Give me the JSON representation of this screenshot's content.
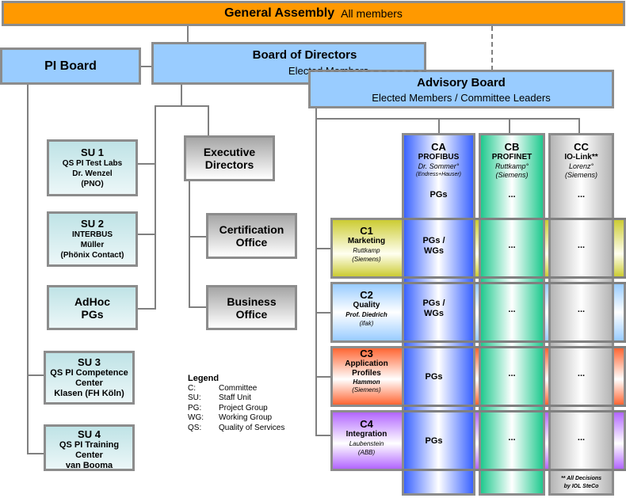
{
  "general_assembly": {
    "title": "General Assembly",
    "subtitle": "All members"
  },
  "pi_board": {
    "title": "PI Board"
  },
  "board_of_directors": {
    "title": "Board of Directors",
    "subtitle": "Elected Members"
  },
  "advisory_board": {
    "title": "Advisory Board",
    "subtitle": "Elected Members / Committee Leaders"
  },
  "staff_units": [
    {
      "id": "SU 1",
      "lines": [
        "QS PI Test Labs",
        "Dr. Wenzel",
        "(PNO)"
      ]
    },
    {
      "id": "SU 2",
      "lines": [
        "INTERBUS",
        "Müller",
        "(Phönix Contact)"
      ]
    },
    {
      "id": "AdHoc",
      "lines": [
        "PGs"
      ]
    },
    {
      "id": "SU 3",
      "lines": [
        "QS PI Competence",
        "Center",
        "Klasen (FH Köln)"
      ]
    },
    {
      "id": "SU 4",
      "lines": [
        "QS PI Training",
        "Center",
        "van Booma"
      ]
    }
  ],
  "executive": {
    "title_line1": "Executive",
    "title_line2": "Directors",
    "offices": [
      {
        "line1": "Certification",
        "line2": "Office"
      },
      {
        "line1": "Business",
        "line2": "Office"
      }
    ]
  },
  "technology_columns": [
    {
      "id": "CA",
      "name": "PROFIBUS",
      "lead": "Dr. Sommer°",
      "org": "(Endress+Hauser)",
      "top_cell": "PGs",
      "color": "#3a63ff"
    },
    {
      "id": "CB",
      "name": "PROFINET",
      "lead": "Ruttkamp°",
      "org": "(Siemens)",
      "top_cell": "...",
      "color": "#20c98e"
    },
    {
      "id": "CC",
      "name": "IO-Link**",
      "lead": "Lorenz°",
      "org": "(Siemens)",
      "top_cell": "...",
      "color": "#b4b4b4",
      "footnote_line1": "** All Decisions",
      "footnote_line2": "by IOL SteCo"
    }
  ],
  "committees": [
    {
      "id": "C1",
      "name_lines": [
        "Marketing"
      ],
      "lead": "Ruttkamp",
      "org": "(Siemens)",
      "color": "#cccc33",
      "cells": [
        [
          "PGs /",
          "WGs"
        ],
        [
          "..."
        ],
        [
          "..."
        ]
      ]
    },
    {
      "id": "C2",
      "name_lines": [
        "Quality"
      ],
      "lead": "Prof. Diedrich",
      "org": "(ifak)",
      "color": "#99ccff",
      "cells": [
        [
          "PGs /",
          "WGs"
        ],
        [
          "..."
        ],
        [
          "..."
        ]
      ]
    },
    {
      "id": "C3",
      "name_lines": [
        "Application",
        "Profiles"
      ],
      "lead": "Hammon",
      "org": "(Siemens)",
      "color": "#ff6633",
      "cells": [
        [
          "PGs"
        ],
        [
          "..."
        ],
        [
          "..."
        ]
      ]
    },
    {
      "id": "C4",
      "name_lines": [
        "Integration"
      ],
      "lead": "Laubenstein",
      "org": "(ABB)",
      "color": "#b266ff",
      "cells": [
        [
          "PGs"
        ],
        [
          "..."
        ],
        [
          "..."
        ]
      ]
    }
  ],
  "legend": {
    "title": "Legend",
    "items": [
      {
        "key": "C:",
        "value": "Committee"
      },
      {
        "key": "SU:",
        "value": "Staff Unit"
      },
      {
        "key": "PG:",
        "value": "Project Group"
      },
      {
        "key": "WG:",
        "value": "Working Group"
      },
      {
        "key": "QS:",
        "value": "Quality of Services"
      }
    ]
  }
}
